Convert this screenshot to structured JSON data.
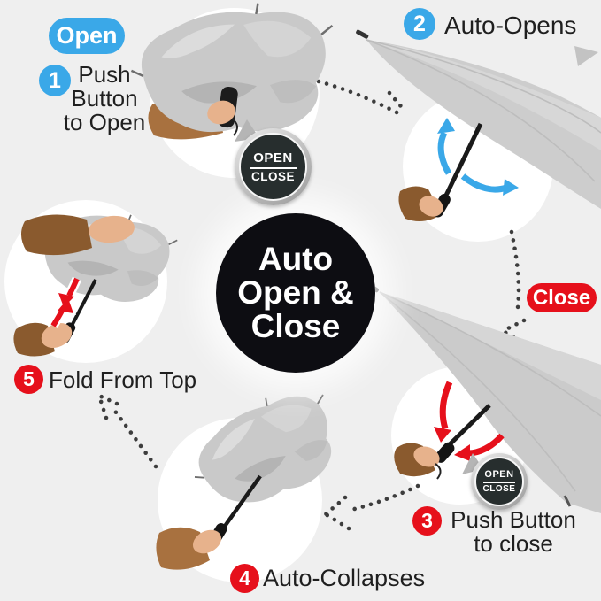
{
  "badges": {
    "open": "Open",
    "close": "Close"
  },
  "center_badge": {
    "line1": "Auto",
    "line2": "Open &",
    "line3": "Close"
  },
  "steps": [
    {
      "number": "1",
      "color": "blue",
      "lines": [
        "Push",
        "Button",
        "to Open"
      ]
    },
    {
      "number": "2",
      "color": "blue",
      "label": "Auto-Opens"
    },
    {
      "number": "3",
      "color": "red",
      "lines": [
        "Push Button",
        "to close"
      ]
    },
    {
      "number": "4",
      "color": "red",
      "label": "Auto-Collapses"
    },
    {
      "number": "5",
      "color": "red",
      "label": "Fold From Top"
    }
  ],
  "open_close_button": {
    "top": "OPEN",
    "bottom": "CLOSE"
  },
  "illustrations": {
    "step1": "folded-umbrella-hand-pressing-handle-button",
    "step2": "open-umbrella-tilted-right-with-blue-expand-arrows",
    "step3": "open-umbrella-tilted-left-with-red-collapse-arrows",
    "step4": "auto-collapsing-umbrella-held-up-by-hand",
    "step5": "two-hands-folding-umbrella-with-red-opposing-arrows"
  },
  "colors": {
    "background": "#efefef",
    "blue": "#3aa8e8",
    "red": "#e6101b",
    "center_bg": "#0d0d12",
    "text": "#1f1f1f",
    "white": "#ffffff",
    "umbrella": "#cbcbcb",
    "dots": "#3d3d3d",
    "badge_inner": "#272e2e",
    "badge_ring": "#c9c9c9",
    "sleeve": "#8a5a2e",
    "sleeve_light": "#a8713f",
    "skin": "#e7b28c"
  }
}
